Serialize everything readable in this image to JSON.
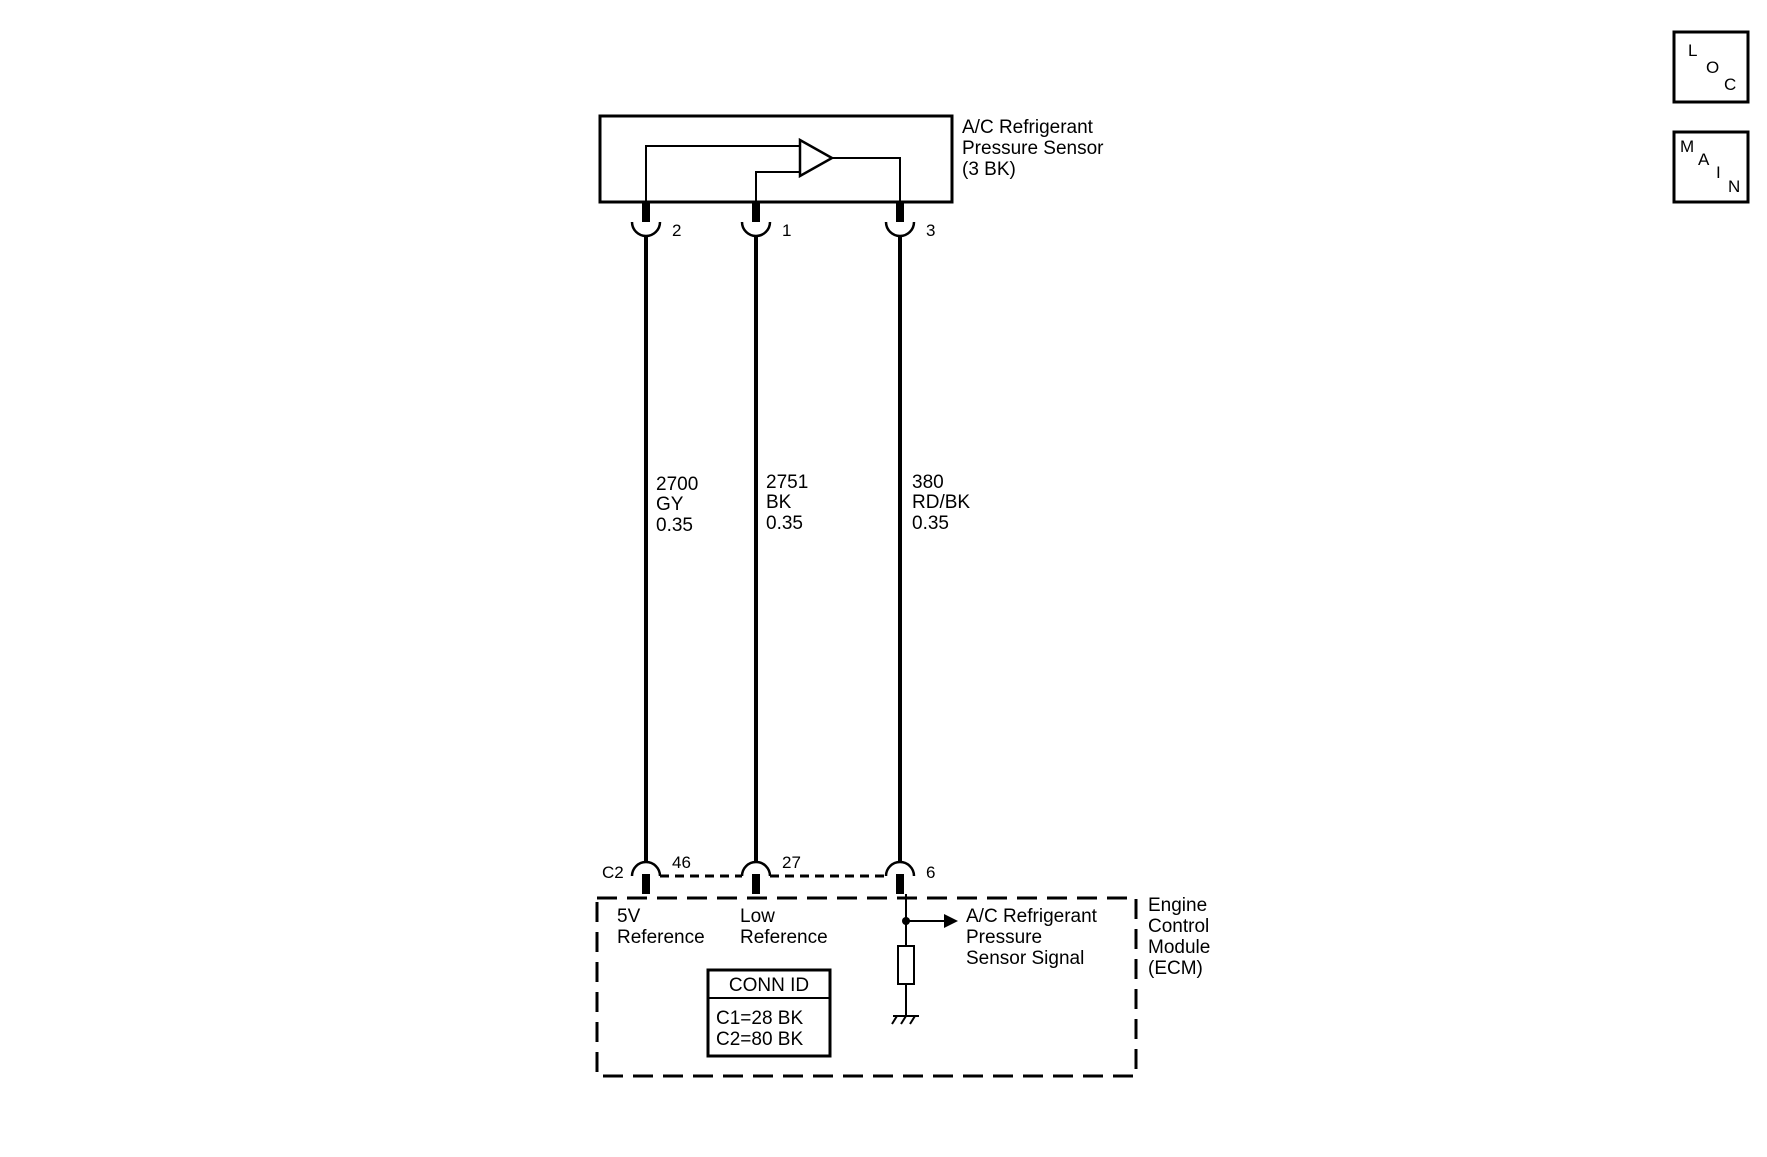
{
  "sensor": {
    "label_lines": [
      "A/C Refrigerant",
      "Pressure Sensor",
      "(3 BK)"
    ],
    "pins": [
      "2",
      "1",
      "3"
    ]
  },
  "wires": [
    {
      "circuit": "2700",
      "color": "GY",
      "gauge": "0.35"
    },
    {
      "circuit": "2751",
      "color": "BK",
      "gauge": "0.35"
    },
    {
      "circuit": "380",
      "color": "RD/BK",
      "gauge": "0.35"
    }
  ],
  "ecm": {
    "connector": "C2",
    "pins": [
      "46",
      "27",
      "6"
    ],
    "label_lines": [
      "Engine",
      "Control",
      "Module",
      "(ECM)"
    ],
    "terminal_labels": [
      [
        "5V",
        "Reference"
      ],
      [
        "Low",
        "Reference"
      ]
    ],
    "signal_label_lines": [
      "A/C Refrigerant",
      "Pressure",
      "Sensor Signal"
    ],
    "conn_id": {
      "title": "CONN ID",
      "rows": [
        "C1=28 BK",
        "C2=80 BK"
      ]
    }
  },
  "nav": {
    "loc": {
      "letters": [
        "L",
        "O",
        "C"
      ]
    },
    "main": {
      "letters": [
        "M",
        "A",
        "I",
        "N"
      ]
    }
  }
}
